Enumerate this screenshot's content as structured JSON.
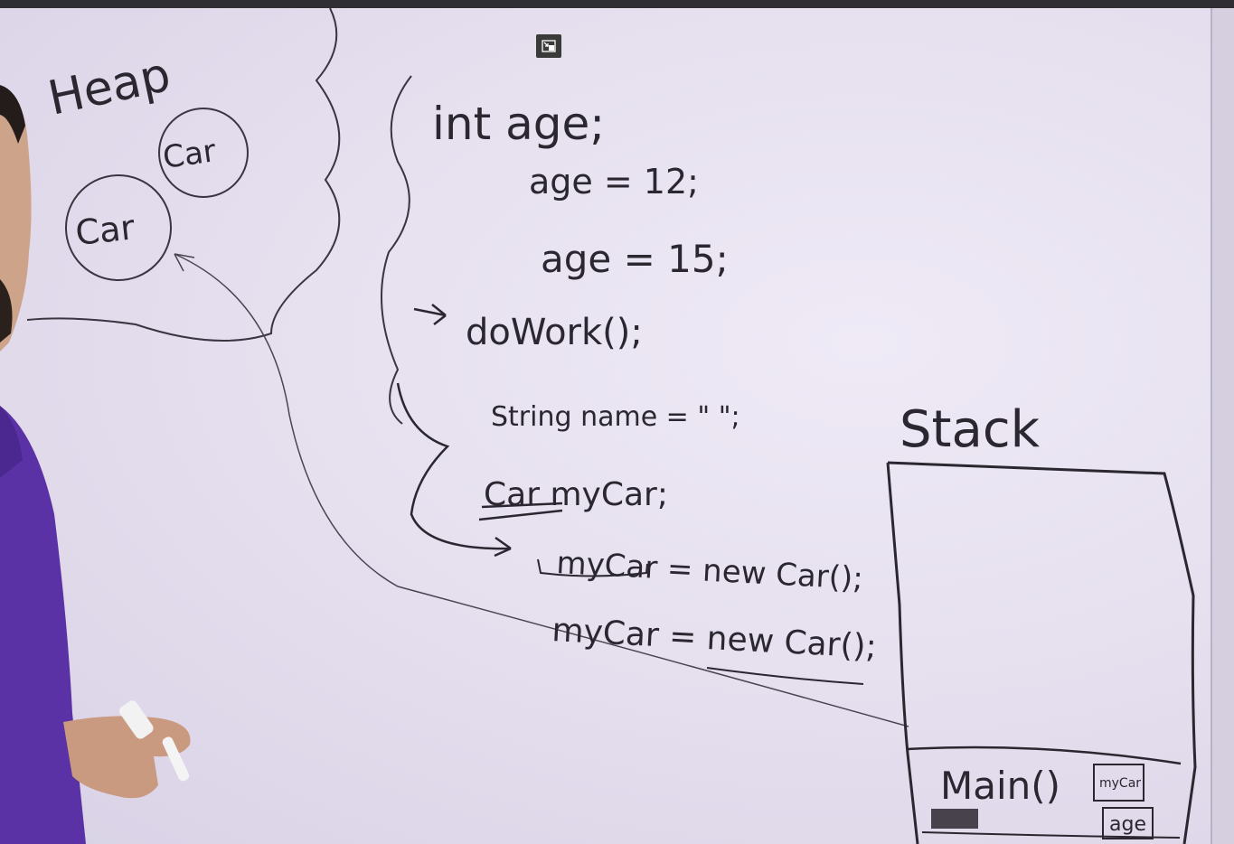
{
  "player": {
    "exit_fullscreen_icon": "exit-fullscreen-icon"
  },
  "whiteboard": {
    "heap_label": "Heap",
    "heap_objects": [
      "Car",
      "Car"
    ],
    "code_lines": [
      "int age;",
      "age = 12;",
      "age = 15;",
      "doWork();",
      "String name = \" \";",
      "Car myCar;",
      "myCar = new Car();",
      "myCar = new Car();"
    ],
    "stack_label": "Stack",
    "stack_frame_label": "Main()",
    "stack_vars": [
      "myCar",
      "age"
    ]
  }
}
